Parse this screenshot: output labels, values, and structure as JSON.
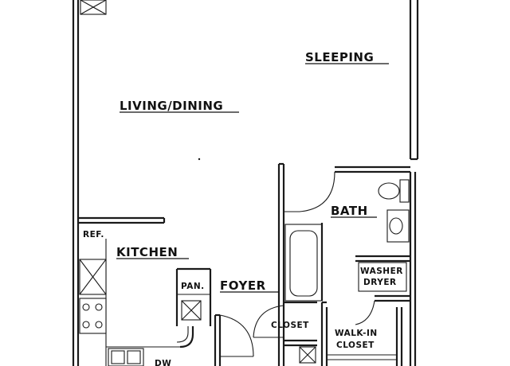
{
  "floor_plan": {
    "rooms": {
      "sleeping": "SLEEPING",
      "living_dining": "LIVING/DINING",
      "bath": "BATH",
      "kitchen": "KITCHEN",
      "foyer": "FOYER",
      "closet": "CLOSET",
      "walk_in_line1": "WALK-IN",
      "walk_in_line2": "CLOSET"
    },
    "fixtures": {
      "ref": "REF.",
      "pan": "PAN.",
      "washer": "WASHER",
      "dryer": "DRYER",
      "dw": "DW"
    },
    "colors": {
      "line": "#1a1a1a",
      "background": "#ffffff"
    }
  }
}
